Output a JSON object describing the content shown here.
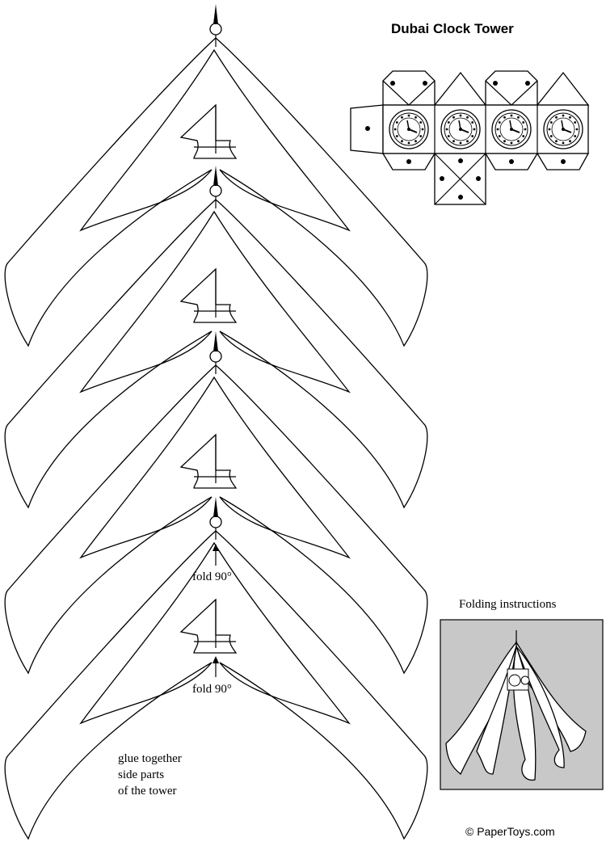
{
  "header": {
    "title": "Dubai Clock Tower"
  },
  "labels": {
    "fold_1": "fold 90°",
    "fold_2": "fold 90°",
    "glue_line_1": "glue together",
    "glue_line_2": "side parts",
    "glue_line_3": "of the tower"
  },
  "instructions": {
    "title": "Folding instructions"
  },
  "footer": {
    "copyright": "© PaperToys.com"
  },
  "icons": {
    "clock_face": "clock-icon",
    "glue_dot": "dot-icon",
    "spire": "spire-icon"
  },
  "colors": {
    "line": "#000000",
    "paper": "#ffffff",
    "preview_bg": "#c8c8c8"
  }
}
